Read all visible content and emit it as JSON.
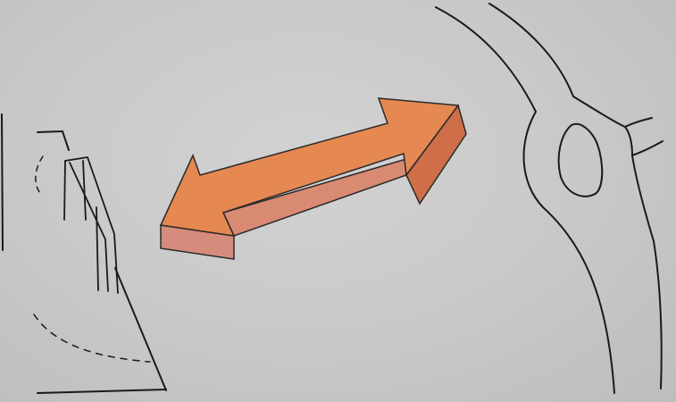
{
  "sketch": {
    "left_element": "building-entrance-with-handrail",
    "center_element": "double-headed-arrow",
    "right_element": "roundabout-road",
    "colors": {
      "paper": "#c9c9c9",
      "ink": "#1a1a1a",
      "arrow_top": "#e58a55",
      "arrow_side": "#d26f4a",
      "arrow_front": "#d68a7a"
    }
  }
}
